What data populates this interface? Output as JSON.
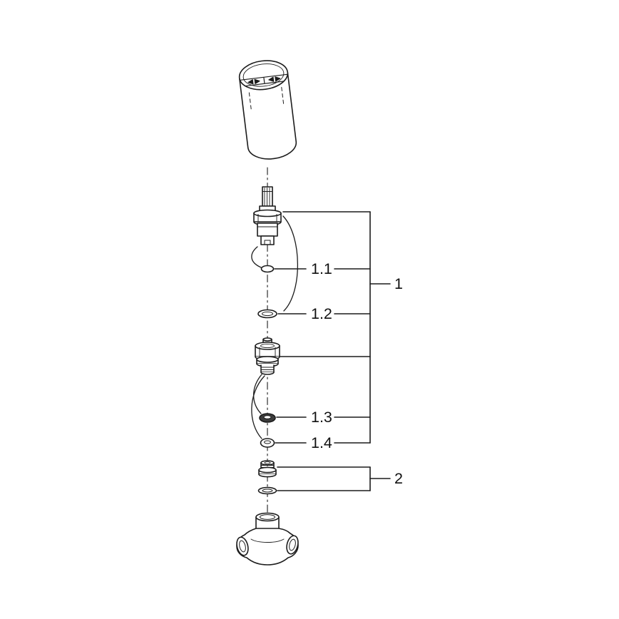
{
  "figure": {
    "background": "#ffffff",
    "line_color": "#1c1c1c",
    "seal_fill_color": "#3c3c3c",
    "callouts": {
      "c11": "1.1",
      "c12": "1.2",
      "c13": "1.3",
      "c14": "1.4",
      "g1": "1",
      "g2": "2"
    },
    "parts": [
      "protective-cap",
      "cartridge-headpart",
      "o-ring-1-1",
      "o-ring-1-2",
      "extension-bushing",
      "seal-ring-1-3",
      "retaining-nut-1-4",
      "spindle-extension",
      "o-ring-2",
      "valve-body"
    ]
  }
}
